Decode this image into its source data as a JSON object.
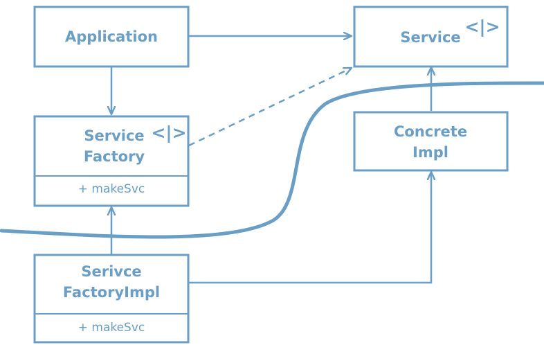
{
  "colors": {
    "stroke": "#6a9ec4",
    "background": "#ffffff"
  },
  "nodes": {
    "application": {
      "line1": "Application"
    },
    "service": {
      "line1": "Service",
      "icon": "interface-icon",
      "icon_glyph": "<|>"
    },
    "service_factory": {
      "line1": "Service",
      "line2": "Factory",
      "icon": "interface-icon",
      "icon_glyph": "<|>",
      "method": "+ makeSvc"
    },
    "concrete_impl": {
      "line1": "Concrete",
      "line2": "Impl"
    },
    "service_factory_impl": {
      "line1": "Serivce",
      "line2": "FactoryImpl",
      "method": "+ makeSvc"
    }
  },
  "edges": [
    {
      "from": "application",
      "to": "service",
      "style": "solid"
    },
    {
      "from": "application",
      "to": "service_factory",
      "style": "solid"
    },
    {
      "from": "service_factory",
      "to": "service",
      "style": "dashed"
    },
    {
      "from": "concrete_impl",
      "to": "service",
      "style": "solid"
    },
    {
      "from": "service_factory_impl",
      "to": "service_factory",
      "style": "solid"
    },
    {
      "from": "service_factory_impl",
      "to": "concrete_impl",
      "style": "solid"
    }
  ]
}
